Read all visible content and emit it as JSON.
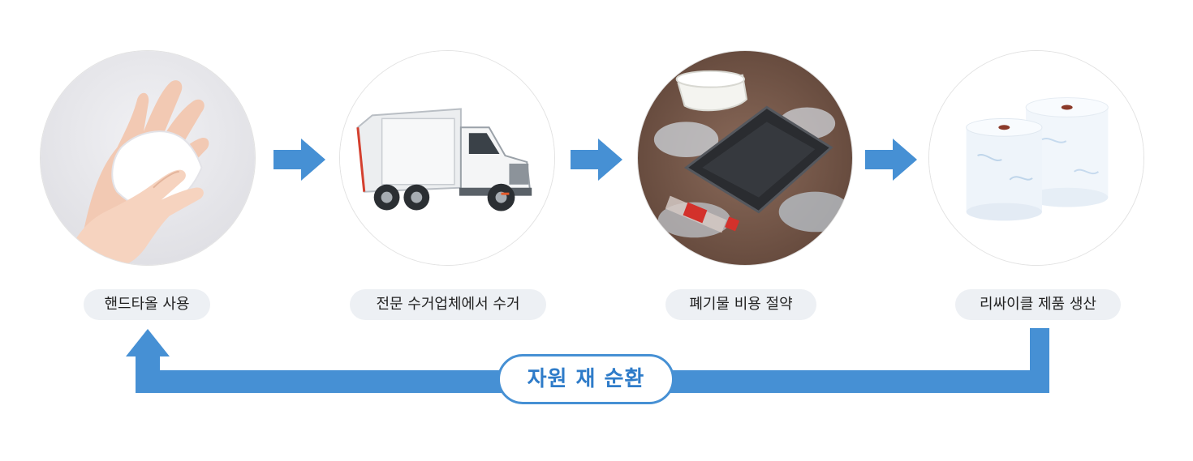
{
  "steps": [
    {
      "label": "핸드타올 사용",
      "image": "hands-wiping-with-paper-towel"
    },
    {
      "label": "전문 수거업체에서 수거",
      "image": "garbage-truck"
    },
    {
      "label": "폐기물 비용 절약",
      "image": "plastic-waste-pile"
    },
    {
      "label": "리싸이클 제품 생산",
      "image": "toilet-paper-rolls"
    }
  ],
  "cycle": {
    "label": "자원 재 순환"
  },
  "colors": {
    "accent": "#4690d4",
    "pill_bg": "#edf0f4",
    "pill_text": "#222222",
    "cycle_text": "#2f7cc9"
  },
  "icons": {
    "step_arrow": "arrow-right-icon",
    "loop_arrow": "arrow-up-icon"
  }
}
